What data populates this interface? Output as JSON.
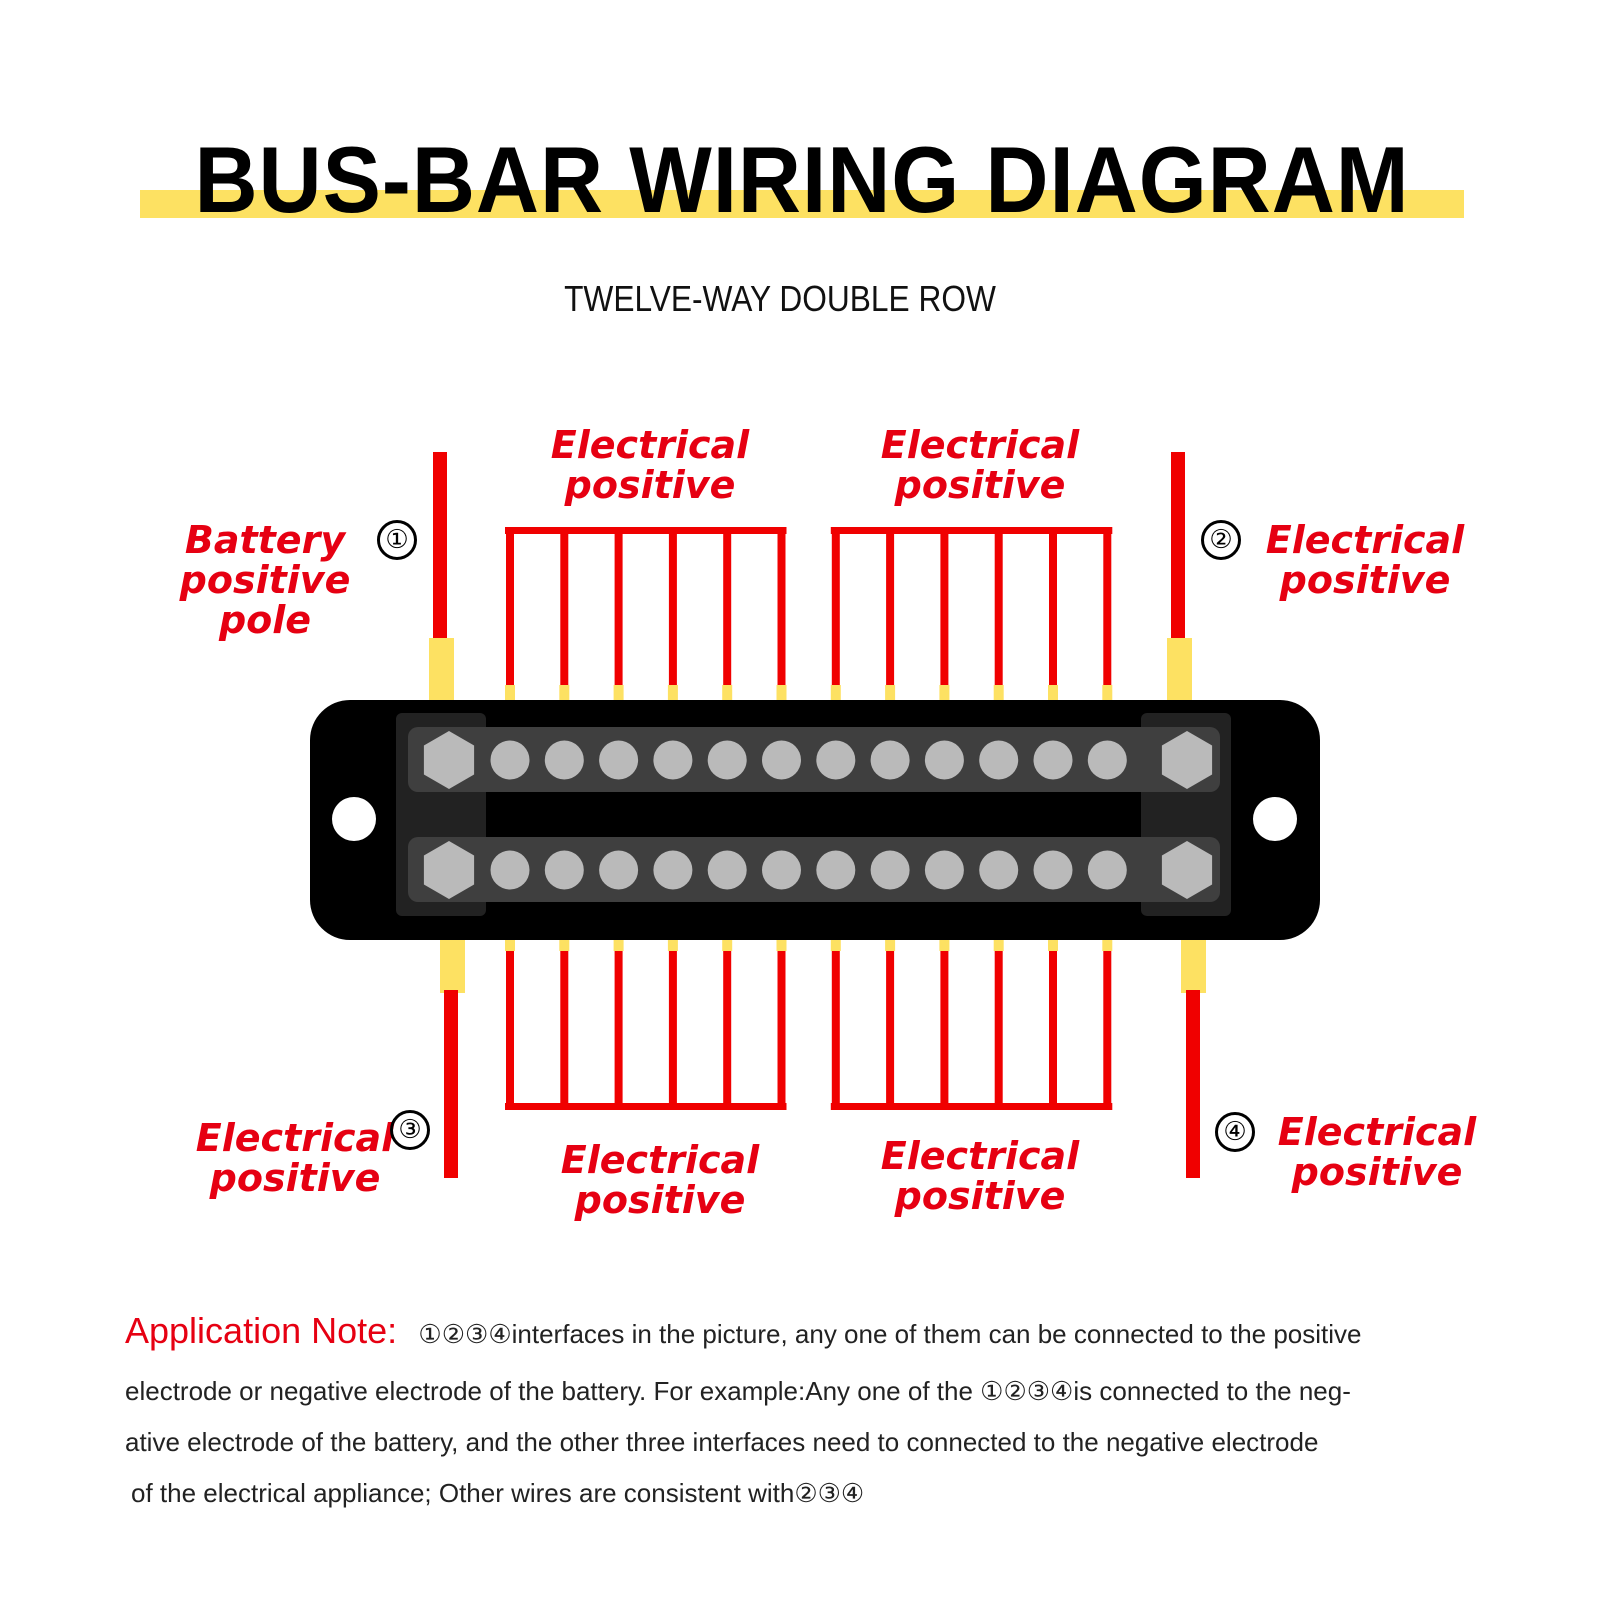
{
  "header": {
    "title": "BUS-BAR WIRING DIAGRAM",
    "subtitle": "TWELVE-WAY DOUBLE ROW"
  },
  "colors": {
    "wire_red": "#f00000",
    "sleeve_yellow": "#fde162",
    "bar_black": "#000000",
    "panel_dark": "#222222",
    "strip_gray": "#3f3f3f",
    "stud_gray": "#bababa",
    "label_red": "#e60012",
    "highlight_yellow": "#fde162"
  },
  "diagram": {
    "terminals_per_row": 12,
    "rows": 2,
    "main_studs_per_row": 2,
    "mounting_holes": 2
  },
  "labels": {
    "battery": {
      "line1": "Battery",
      "line2": "positive pole",
      "number": "①"
    },
    "top_right": {
      "line1": "Electrical",
      "line2": "positive",
      "number": "②"
    },
    "bottom_left": {
      "line1": "Electrical",
      "line2": "positive",
      "number": "③"
    },
    "bottom_right": {
      "line1": "Electrical",
      "line2": "positive",
      "number": "④"
    },
    "top_group_left": {
      "line1": "Electrical",
      "line2": "positive"
    },
    "top_group_right": {
      "line1": "Electrical",
      "line2": "positive"
    },
    "bottom_group_left": {
      "line1": "Electrical",
      "line2": "positive"
    },
    "bottom_group_right": {
      "line1": "Electrical",
      "line2": "positive"
    }
  },
  "note": {
    "heading": "Application Note:",
    "line1": "①②③④interfaces in the picture, any one of them can be connected to the positive",
    "line2": "electrode or negative electrode of the battery. For example:Any one of the ①②③④is connected to the neg-",
    "line3": "ative electrode of the battery, and the other three interfaces need to connected to the negative electrode",
    "line4": "of the electrical appliance; Other wires are consistent with②③④"
  }
}
